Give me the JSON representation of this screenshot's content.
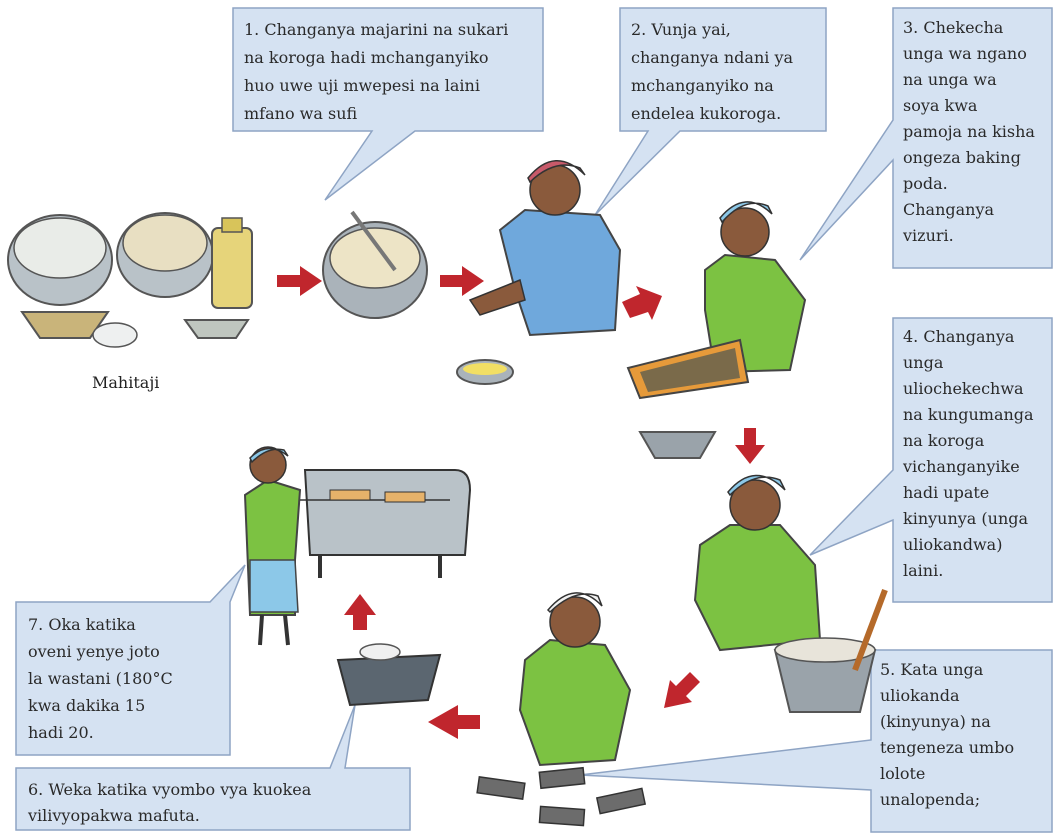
{
  "ingredients_label": "Mahitaji",
  "steps": [
    {
      "number": "1",
      "lines": [
        "1. Changanya majarini na sukari",
        "na koroga hadi mchanganyiko",
        "huo uwe uji mwepesi na laini",
        "mfano wa sufi"
      ]
    },
    {
      "number": "2",
      "lines": [
        "2. Vunja yai,",
        "changanya ndani ya",
        "mchanganyiko na",
        "endelea kukoroga."
      ]
    },
    {
      "number": "3",
      "lines": [
        "3. Chekecha",
        "unga wa ngano",
        "na unga wa",
        "soya kwa",
        "pamoja na kisha",
        "ongeza baking",
        "poda.",
        "Changanya",
        "vizuri."
      ]
    },
    {
      "number": "4",
      "lines": [
        "4. Changanya",
        "unga",
        "uliochekechwa",
        "na kungumanga",
        "na koroga",
        "vichanganyike",
        "hadi upate",
        "kinyunya (unga",
        "uliokandwa)",
        "laini."
      ]
    },
    {
      "number": "5",
      "lines": [
        "5. Kata unga",
        "uliokanda",
        "(kinyunya) na",
        "tengeneza umbo",
        "lolote",
        "unalopenda;"
      ]
    },
    {
      "number": "6",
      "lines": [
        "6. Weka katika vyombo vya kuokea",
        "vilivyopakwa mafuta."
      ]
    },
    {
      "number": "7",
      "lines": [
        "7. Oka katika",
        "oveni yenye joto",
        "la wastani (180°C",
        "kwa dakika 15",
        "hadi 20."
      ]
    }
  ],
  "colors": {
    "callout_fill": "#d5e2f2",
    "callout_stroke": "#8ea4c4",
    "arrow": "#c0262d",
    "shirt_blue": "#6fa8dc",
    "shirt_green": "#7cc242",
    "headscarf_blue": "#8cc8e8",
    "headscarf_pink": "#c85a6a",
    "skin": "#8a5a3c",
    "bowl": "#9aa3aa"
  }
}
